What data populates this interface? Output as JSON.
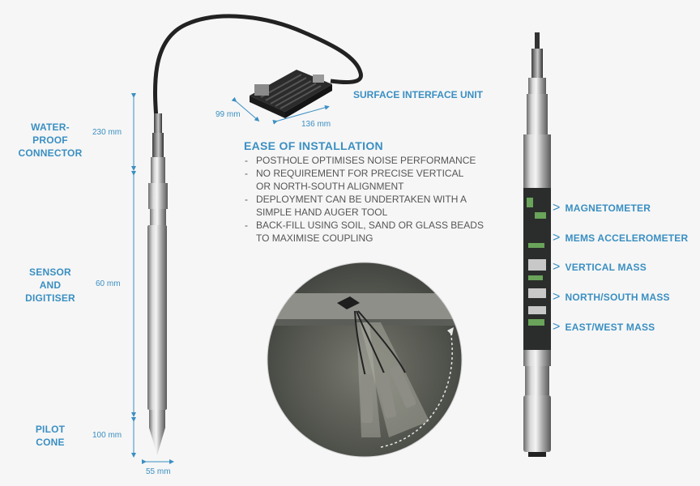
{
  "labels": {
    "connector": "WATER-PROOF\nCONNECTOR",
    "sensor": "SENSOR\nAND\nDIGITISER",
    "pilot": "PILOT\nCONE"
  },
  "dims": {
    "connector": "230 mm",
    "sensor": "60 mm",
    "pilot": "100 mm",
    "width": "55 mm",
    "siu_depth": "99 mm",
    "siu_width": "136 mm"
  },
  "siu_title": "SURFACE INTERFACE UNIT",
  "ease": {
    "title": "EASE OF INSTALLATION",
    "items": [
      "POSTHOLE OPTIMISES NOISE PERFORMANCE",
      "NO REQUIREMENT FOR PRECISE VERTICAL OR NORTH-SOUTH ALIGNMENT",
      "DEPLOYMENT CAN BE UNDERTAKEN WITH A SIMPLE HAND AUGER TOOL",
      "BACK-FILL USING SOIL, SAND OR GLASS BEADS TO MAXIMISE COUPLING"
    ]
  },
  "components": [
    "MAGNETOMETER",
    "MEMS ACCELEROMETER",
    "VERTICAL MASS",
    "NORTH/SOUTH MASS",
    "EAST/WEST MASS"
  ],
  "colors": {
    "accent": "#3a8fc2",
    "text": "#555555",
    "background": "#f6f6f6"
  },
  "icons": {
    "chevron": "chevron-right-icon"
  }
}
